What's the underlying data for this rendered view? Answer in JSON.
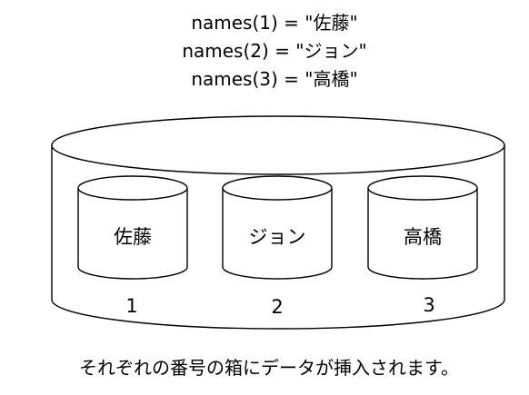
{
  "code_lines": [
    "names(1) = \"佐藤\"",
    "names(2) = \"ジョン\"",
    "names(3) = \"高橋\""
  ],
  "boxes": [
    {
      "value": "佐藤",
      "index": "1"
    },
    {
      "value": "ジョン",
      "index": "2"
    },
    {
      "value": "高橋",
      "index": "3"
    }
  ],
  "caption": "それぞれの番号の箱にデータが挿入されます。",
  "colors": {
    "stroke": "#000000",
    "fill": "#ffffff",
    "text": "#000000"
  }
}
